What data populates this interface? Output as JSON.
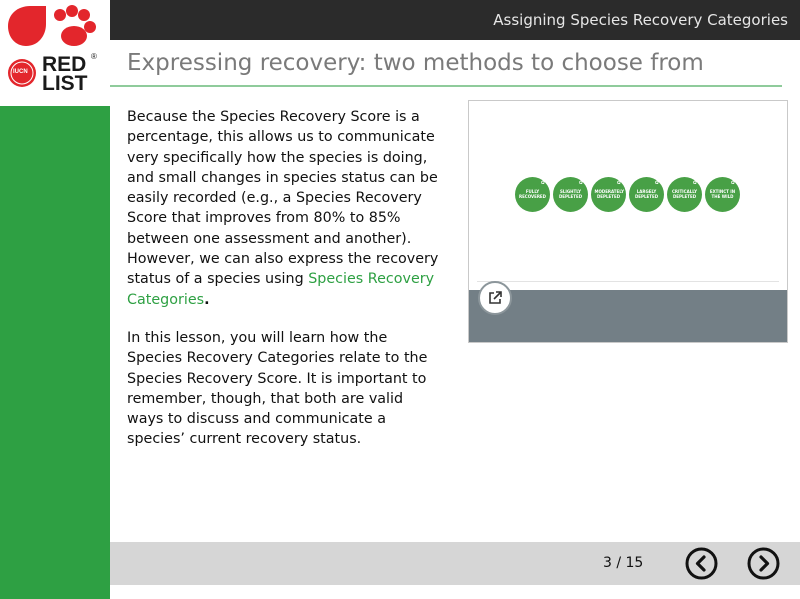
{
  "header": {
    "title": "Assigning Species Recovery Categories"
  },
  "logo": {
    "text_line1": "RED",
    "text_line2": "LIST",
    "badge": "IUCN",
    "registered": "®"
  },
  "slide": {
    "title": "Expressing recovery: two methods to choose from"
  },
  "content": {
    "p1_text": "Because the Species Recovery Score is a percentage, this allows us to communicate very specifically how the species is doing, and small changes in species status can be easily recorded (e.g., a Species Recovery Score that improves from 80% to 85% between one assessment and another). However, we can also express the recovery status of a species using ",
    "p1_link": "Species Recovery Categories",
    "p1_end": ".",
    "p2_text": "In this lesson, you will learn how the Species Recovery Categories relate to the Species Recovery Score. It is important to remember, though, that both are valid ways to discuss and communicate a species’ current recovery status."
  },
  "categories": [
    {
      "label": "FULLY RECOVERED"
    },
    {
      "label": "SLIGHTLY DEPLETED"
    },
    {
      "label": "MODERATELY DEPLETED"
    },
    {
      "label": "LARGELY DEPLETED"
    },
    {
      "label": "CRITICALLY DEPLETED"
    },
    {
      "label": "EXTINCT IN THE WILD"
    }
  ],
  "footer": {
    "page_indicator": "3 / 15"
  },
  "colors": {
    "brand_red": "#e3262c",
    "green": "#2ea043",
    "category_green": "#48a046",
    "topbar": "#2b2b2b",
    "footer": "#d6d6d6",
    "media_bottom": "#737f86"
  },
  "icons": {
    "media_expand": "external-link-icon",
    "prev": "chevron-left-circle-icon",
    "next": "chevron-right-circle-icon"
  }
}
